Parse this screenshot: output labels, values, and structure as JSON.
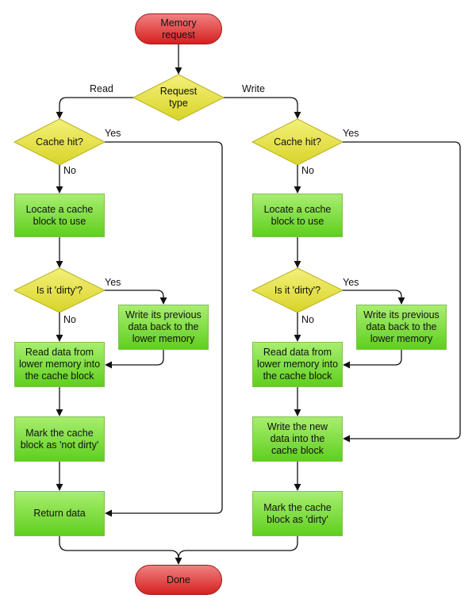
{
  "nodes": {
    "start": "Memory\nrequest",
    "request_type": "Request\ntype",
    "read_cache_hit": "Cache hit?",
    "read_locate": "Locate a cache\nblock to use",
    "read_dirty": "Is it 'dirty'?",
    "read_writeback": "Write its previous\ndata back to the\nlower memory",
    "read_readdata": "Read data from\nlower memory into\nthe cache block",
    "read_mark": "Mark the cache\nblock as 'not dirty'",
    "read_return": "Return data",
    "write_cache_hit": "Cache hit?",
    "write_locate": "Locate a cache\nblock to use",
    "write_dirty": "Is it 'dirty'?",
    "write_writeback": "Write its previous\ndata back to the\nlower memory",
    "write_readdata": "Read data from\nlower memory into\nthe cache block",
    "write_newdata": "Write the new\ndata into the\ncache block",
    "write_mark": "Mark the cache\nblock as 'dirty'",
    "done": "Done"
  },
  "edge_labels": {
    "read": "Read",
    "write": "Write",
    "read_hit_yes": "Yes",
    "read_hit_no": "No",
    "read_dirty_yes": "Yes",
    "read_dirty_no": "No",
    "write_hit_yes": "Yes",
    "write_hit_no": "No",
    "write_dirty_yes": "Yes",
    "write_dirty_no": "No"
  },
  "colors": {
    "terminal": "#d62020",
    "process": "#5fcf1e",
    "decision": "#e4e24a",
    "line": "#111111"
  }
}
